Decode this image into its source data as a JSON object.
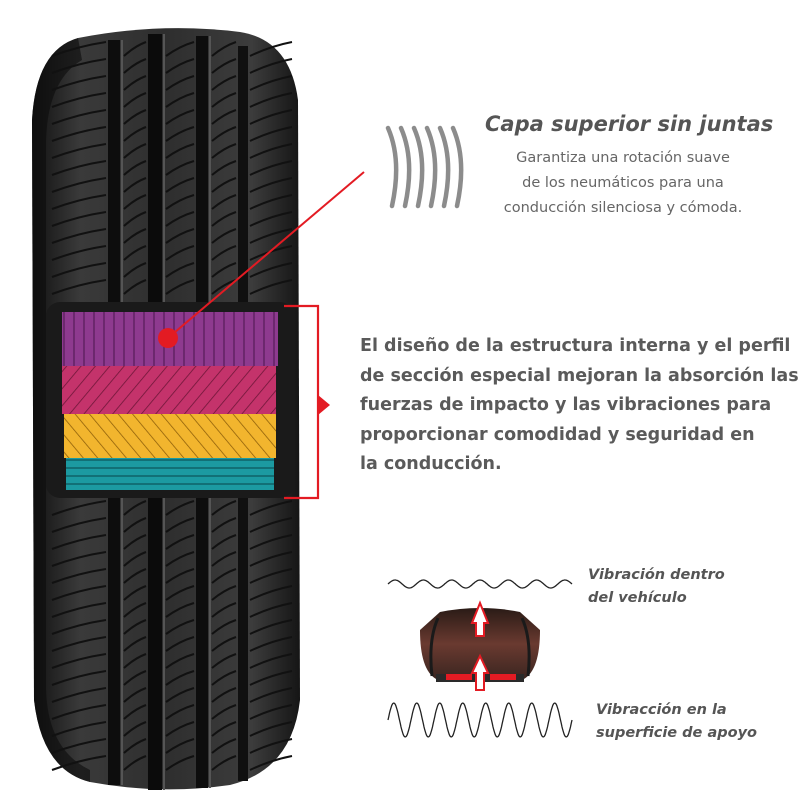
{
  "seamless_layer": {
    "title": "Capa superior sin juntas",
    "description": [
      "Garantiza una rotación suave",
      "de los neumáticos para una",
      "conducción silenciosa y cómoda."
    ]
  },
  "structure": {
    "text": [
      "El diseño de la estructura interna y el perfil",
      "de sección especial mejoran la absorción las",
      "fuerzas de impacto y las vibraciones para",
      "proporcionar comodidad y seguridad en",
      "la conducción."
    ]
  },
  "vibration": {
    "vehicle_label": [
      "Vibración dentro",
      "del vehículo"
    ],
    "surface_label": [
      "Vibracción en la",
      "superficie de apoyo"
    ]
  },
  "colors": {
    "accent": "#e31b23",
    "layer_purple": "#8e3a8f",
    "layer_magenta": "#c4336b",
    "layer_yellow": "#f2b52e",
    "layer_teal": "#1c9aa1",
    "tire": "#2b2b2b"
  },
  "icons": [
    "tire-tread-image",
    "coil-spring-icon",
    "red-callout-dot",
    "red-bracket",
    "tire-cross-section-icon",
    "vibration-wave-icon"
  ]
}
